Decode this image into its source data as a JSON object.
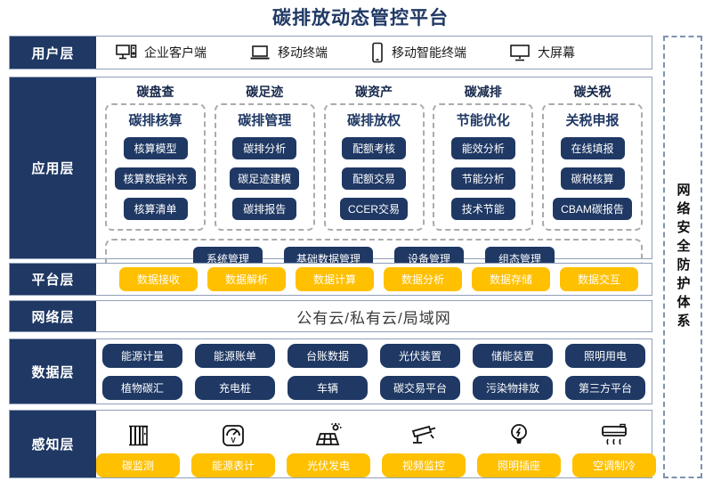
{
  "title": "碳排放动态管控平台",
  "security_band": {
    "label": "网络安全防护体系"
  },
  "layers": {
    "user": {
      "label": "用户层",
      "items": [
        {
          "icon": "desktop-tower-icon",
          "label": "企业客户端"
        },
        {
          "icon": "laptop-icon",
          "label": "移动终端"
        },
        {
          "icon": "smartphone-icon",
          "label": "移动智能终端"
        },
        {
          "icon": "large-screen-icon",
          "label": "大屏幕"
        }
      ]
    },
    "app": {
      "label": "应用层",
      "columns": [
        {
          "header": "碳盘查",
          "title": "碳排核算",
          "items": [
            "核算模型",
            "核算数据补充",
            "核算清单"
          ]
        },
        {
          "header": "碳足迹",
          "title": "碳排管理",
          "items": [
            "碳排分析",
            "碳足迹建模",
            "碳排报告"
          ]
        },
        {
          "header": "碳资产",
          "title": "碳排放权",
          "items": [
            "配额考核",
            "配额交易",
            "CCER交易"
          ]
        },
        {
          "header": "碳减排",
          "title": "节能优化",
          "items": [
            "能效分析",
            "节能分析",
            "技术节能"
          ]
        },
        {
          "header": "碳关税",
          "title": "关税申报",
          "items": [
            "在线填报",
            "碳税核算",
            "CBAM碳报告"
          ]
        }
      ],
      "common": [
        "系统管理",
        "基础数据管理",
        "设备管理",
        "组态管理"
      ]
    },
    "platform": {
      "label": "平台层",
      "items": [
        "数据接收",
        "数据解析",
        "数据计算",
        "数据分析",
        "数据存储",
        "数据交互"
      ]
    },
    "network": {
      "label": "网络层",
      "text": "公有云/私有云/局域网"
    },
    "data": {
      "label": "数据层",
      "row1": [
        "能源计量",
        "能源账单",
        "台账数据",
        "光伏装置",
        "储能装置",
        "照明用电"
      ],
      "row2": [
        "植物碳汇",
        "充电桩",
        "车辆",
        "碳交易平台",
        "污染物排放",
        "第三方平台"
      ]
    },
    "perception": {
      "label": "感知层",
      "items": [
        {
          "icon": "emission-stack-icon",
          "label": "碳监测"
        },
        {
          "icon": "energy-meter-icon",
          "label": "能源表计"
        },
        {
          "icon": "solar-panel-icon",
          "label": "光伏发电"
        },
        {
          "icon": "cctv-camera-icon",
          "label": "视频监控"
        },
        {
          "icon": "light-bulb-icon",
          "label": "照明插座"
        },
        {
          "icon": "air-conditioner-icon",
          "label": "空调制冷"
        }
      ]
    }
  },
  "colors": {
    "navy": "#1f3864",
    "gold": "#ffc000",
    "box_border": "#8fa0b8",
    "dashed": "#ababab"
  }
}
